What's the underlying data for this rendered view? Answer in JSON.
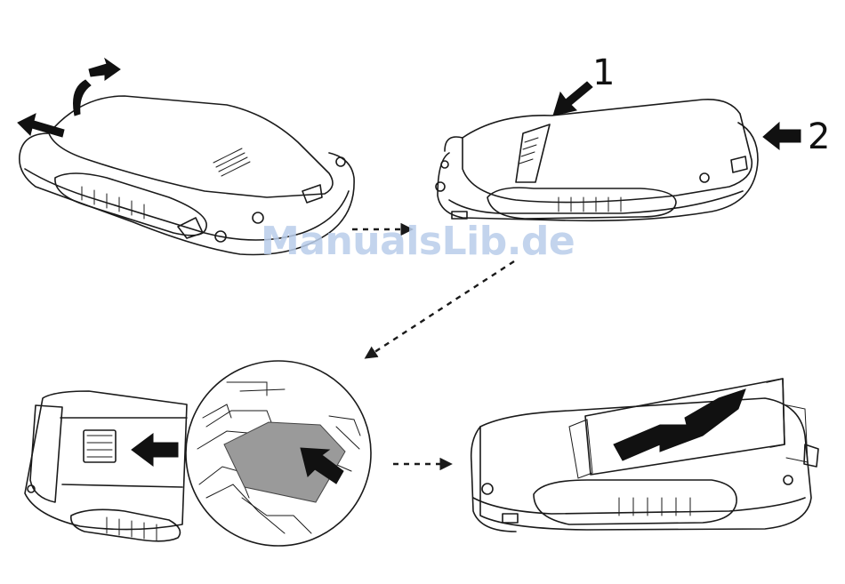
{
  "labels": {
    "step_1": "1",
    "step_2": "2"
  },
  "watermark": "ManualsLib.de",
  "colors": {
    "line": "#1a1a1a",
    "sim_card": "#9a9a9a",
    "watermark": "#b9cdea"
  },
  "icons": [
    "curved-arrow-icon",
    "push-arrow-icon",
    "dashed-arrow-icon"
  ]
}
